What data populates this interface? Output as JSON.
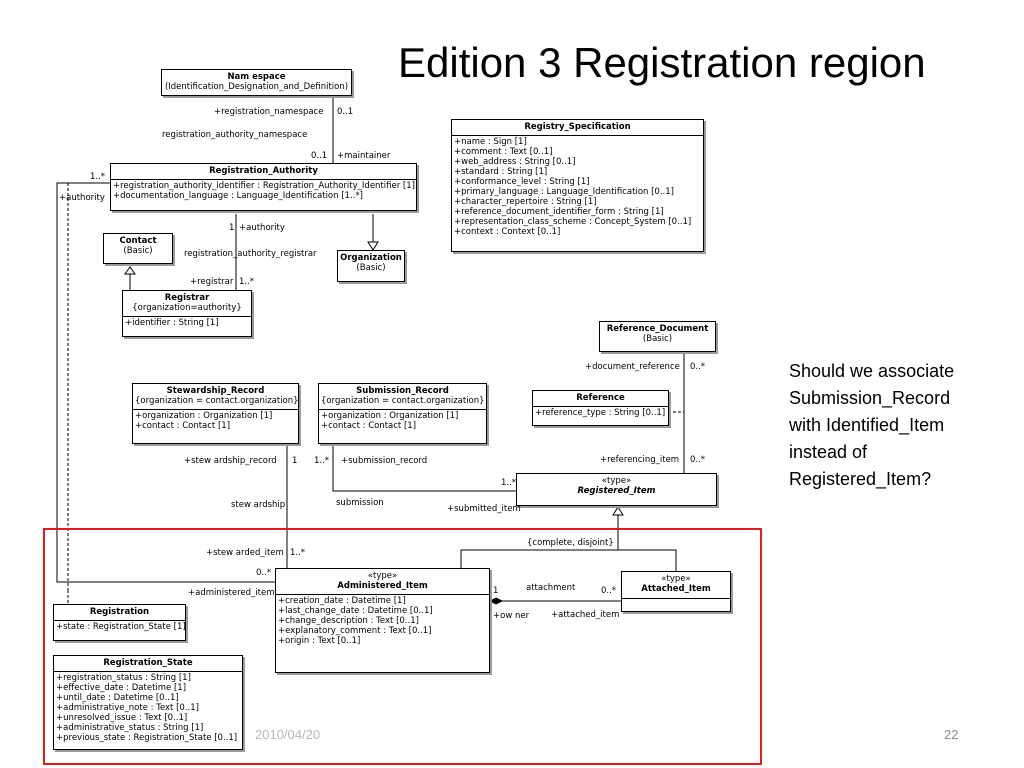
{
  "slide": {
    "title": "Edition 3 Registration region",
    "page_number": "22",
    "date_watermark": "2010/04/20",
    "note_lines": [
      "Should we associate",
      "Submission_Record",
      "with Identified_Item",
      "instead of",
      "Registered_Item?"
    ]
  },
  "classes": {
    "namespace": {
      "name": "Nam espace",
      "stereo": "(Identification_Designation_and_Definition)"
    },
    "registration_authority": {
      "name": "Registration_Authority",
      "attrs": [
        "+registration_authority_identifier : Registration_Authority_Identifier [1]",
        "+documentation_language : Language_Identification [1..*]"
      ]
    },
    "contact": {
      "name": "Contact",
      "stereo": "(Basic)"
    },
    "organization": {
      "name": "Organization",
      "stereo": "(Basic)"
    },
    "registrar": {
      "name": "Registrar",
      "constraint": "{organization=authority}",
      "attrs": [
        "+identifier : String [1]"
      ]
    },
    "registry_specification": {
      "name": "Registry_Specification",
      "attrs": [
        "+name : Sign [1]",
        "+comment : Text [0..1]",
        "+web_address : String [0..1]",
        "+standard : String [1]",
        "+conformance_level : String [1]",
        "+primary_language : Language_Identification [0..1]",
        "+character_repertoire : String [1]",
        "+reference_document_identifier_form : String [1]",
        "+representation_class_scheme : Concept_System [0..1]",
        "+context : Context [0..1]"
      ]
    },
    "reference_document": {
      "name": "Reference_Document",
      "stereo": "(Basic)"
    },
    "reference": {
      "name": "Reference",
      "attrs": [
        "+reference_type : String [0..1]"
      ]
    },
    "stewardship_record": {
      "name": "Stewardship_Record",
      "constraint": "{organization = contact.organization}",
      "attrs": [
        "+organization : Organization [1]",
        "+contact : Contact [1]"
      ]
    },
    "submission_record": {
      "name": "Submission_Record",
      "constraint": "{organization = contact.organization}",
      "attrs": [
        "+organization : Organization [1]",
        "+contact : Contact [1]"
      ]
    },
    "registered_item": {
      "stereo": "«type»",
      "name": "Registered_Item"
    },
    "administered_item": {
      "stereo": "«type»",
      "name": "Administered_Item",
      "attrs": [
        "+creation_date : Datetime [1]",
        "+last_change_date : Datetime [0..1]",
        "+change_description : Text [0..1]",
        "+explanatory_comment : Text [0..1]",
        "+origin : Text [0..1]"
      ]
    },
    "attached_item": {
      "stereo": "«type»",
      "name": "Attached_Item"
    },
    "registration": {
      "name": "Registration",
      "attrs": [
        "+state : Registration_State [1]"
      ]
    },
    "registration_state": {
      "name": "Registration_State",
      "attrs": [
        "+registration_status : String [1]",
        "+effective_date : Datetime [1]",
        "+until_date : Datetime [0..1]",
        "+administrative_note : Text [0..1]",
        "+unresolved_issue : Text [0..1]",
        "+administrative_status : String [1]",
        "+previous_state : Registration_State [0..1]"
      ]
    }
  },
  "labels": {
    "registration_namespace": "+registration_namespace",
    "ns_mult": "0..1",
    "registration_authority_namespace": "registration_authority_namespace",
    "ra_mult": "0..1",
    "maintainer": "+maintainer",
    "authority_left_mult": "1..*",
    "authority_left": "+authority",
    "authority_mult": "1",
    "authority": "+authority",
    "registration_authority_registrar": "registration_authority_registrar",
    "registrar_role": "+registrar",
    "registrar_mult": "1..*",
    "document_reference": "+document_reference",
    "doc_ref_mult": "0..*",
    "referencing_item": "+referencing_item",
    "ref_item_mult": "0..*",
    "stewardship_record": "+stew ardship_record",
    "stew_mult": "1",
    "sub_mult": "1..*",
    "submission_record": "+submission_record",
    "stewardship": "stew ardship",
    "submission": "submission",
    "submitted_mult": "1..*",
    "submitted_item": "+submitted_item",
    "complete_disjoint": "{complete, disjoint}",
    "stewarded_item": "+stew arded_item",
    "stewarded_mult": "1..*",
    "admin_left_mult": "0..*",
    "administered_item": "+administered_item",
    "attachment": "attachment",
    "owner_mult": "1",
    "attached_mult": "0..*",
    "owner": "+ow ner",
    "attached_item": "+attached_item"
  }
}
